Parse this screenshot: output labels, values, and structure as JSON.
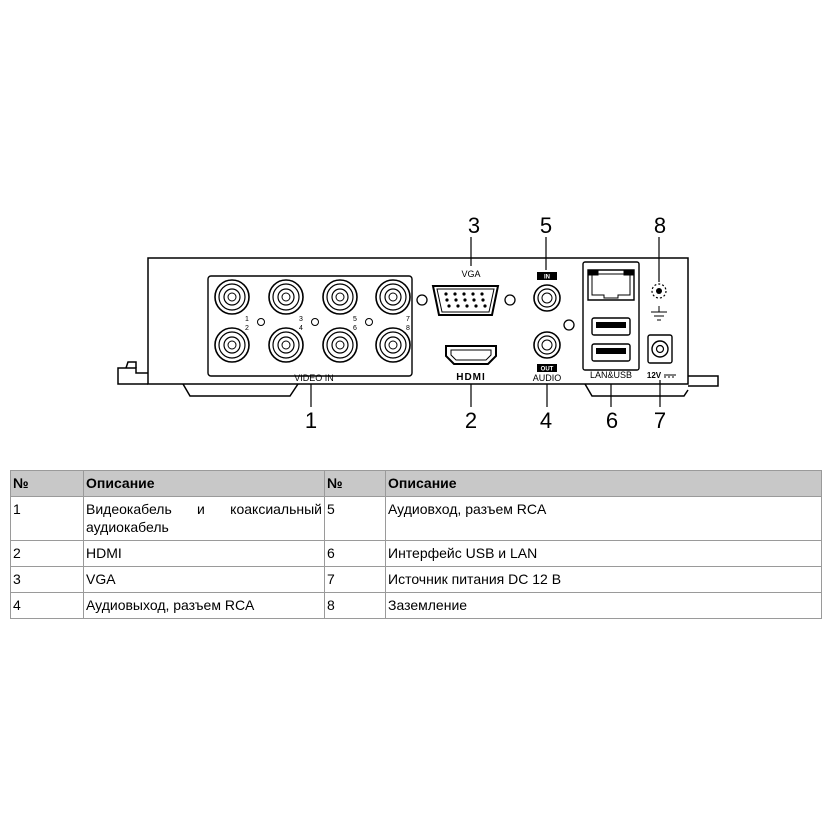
{
  "diagram": {
    "callouts": [
      "1",
      "2",
      "3",
      "4",
      "5",
      "6",
      "7",
      "8"
    ],
    "labels": {
      "video_in": "VIDEO IN",
      "vga": "VGA",
      "hdmi": "HDMI",
      "audio": "AUDIO",
      "audio_in_tag": "IN",
      "audio_out_tag": "OUT",
      "lan_usb": "LAN&USB",
      "power": "12V"
    },
    "video_port_numbers": [
      "1",
      "2",
      "3",
      "4",
      "5",
      "6",
      "7",
      "8"
    ]
  },
  "table": {
    "headers": [
      "№",
      "Описание",
      "№",
      "Описание"
    ],
    "rows": [
      [
        "1",
        "Видеокабель и коаксиальный аудиокабель",
        "5",
        "Аудиовход, разъем RCA"
      ],
      [
        "2",
        "HDMI",
        "6",
        "Интерфейс USB и LAN"
      ],
      [
        "3",
        "VGA",
        "7",
        "Источник питания DC 12 В"
      ],
      [
        "4",
        "Аудиовыход, разъем RCA",
        "8",
        "Заземление"
      ]
    ]
  }
}
